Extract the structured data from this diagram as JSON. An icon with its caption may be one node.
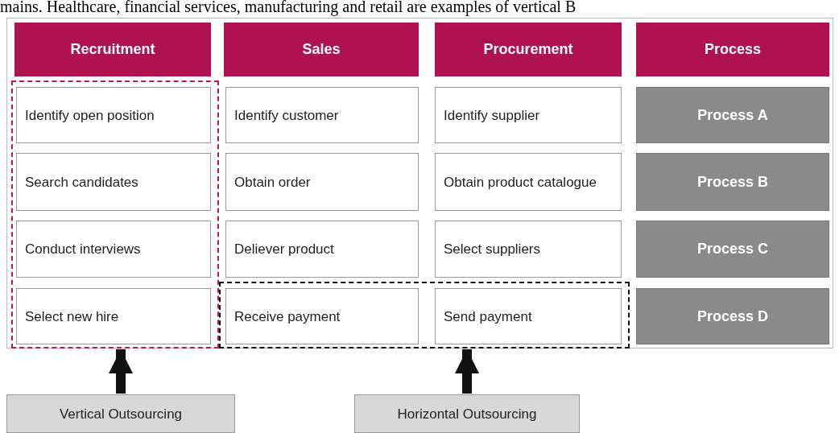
{
  "diagram": {
    "nodes": [
      {
        "text": [
          "Recruitment"
        ]
      },
      {
        "text": [
          "Sales"
        ]
      },
      {
        "text": [
          "Procurement"
        ]
      },
      {
        "text": [
          "Process"
        ]
      },
      {
        "text": [],
        "shape": "box"
      },
      {
        "text": [
          "Identify open position"
        ],
        "in": 4
      },
      {
        "text": [
          "Identify customer"
        ]
      },
      {
        "text": [
          "Identify supplier"
        ]
      },
      {
        "text": [
          "Process A"
        ]
      },
      {
        "text": [
          "Search candidates"
        ],
        "in": 4
      },
      {
        "text": [
          "Obtain order"
        ]
      },
      {
        "text": [
          "Obtain product catalogue"
        ]
      },
      {
        "text": [
          "Process B"
        ]
      },
      {
        "text": [
          "Conduct interviews"
        ],
        "in": 4
      },
      {
        "text": [
          "Deliever product"
        ]
      },
      {
        "text": [
          "Select suppliers"
        ]
      },
      {
        "text": [
          "Process C"
        ]
      },
      {
        "text": [
          "Select new hire"
        ],
        "in": 4
      },
      {
        "text": [],
        "shape": "box"
      },
      {
        "text": [
          "Receive payment"
        ],
        "in": 18
      },
      {
        "text": [
          "Send payment"
        ],
        "in": 18
      },
      {
        "text": [
          "Process D"
        ]
      },
      {
        "text": [
          "Vertical Outsourcing"
        ]
      },
      {
        "text": [
          "Horizontal Outsourcing"
        ]
      }
    ],
    "edges": [
      {
        "from": 22,
        "to": 4,
        "arrow": "to"
      },
      {
        "from": 23,
        "to": 18,
        "arrow": "to"
      }
    ],
    "labels": [
      "mains. Healthcare, financial services, manufacturing and retail are examples of vertical B"
    ]
  }
}
